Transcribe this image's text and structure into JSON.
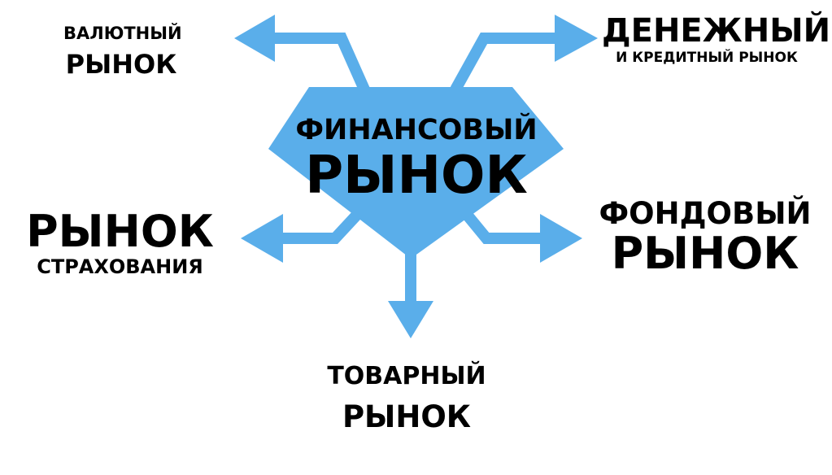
{
  "colors": {
    "accent": "#5aaeea",
    "text": "#000000",
    "background": "#ffffff"
  },
  "center": {
    "line1": "ФИНАНСОВЫЙ",
    "line2": "РЫНОК"
  },
  "nodes": {
    "currency": {
      "line1": "ВАЛЮТНЫЙ",
      "line2": "РЫНОК"
    },
    "money_credit": {
      "line1": "ДЕНЕЖНЫЙ",
      "line2": "И КРЕДИТНЫЙ РЫНОК"
    },
    "insurance": {
      "line1": "РЫНОК",
      "line2": "СТРАХОВАНИЯ"
    },
    "stock": {
      "line1": "ФОНДОВЫЙ",
      "line2": "РЫНОК"
    },
    "commodity": {
      "line1": "ТОВАРНЫЙ",
      "line2": "РЫНОК"
    }
  }
}
